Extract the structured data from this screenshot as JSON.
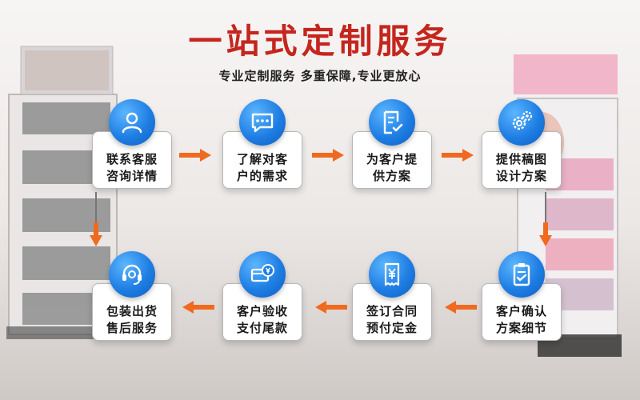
{
  "header": {
    "title": "一站式定制服务",
    "subtitle": "专业定制服务 多重保障,专业更放心"
  },
  "steps": [
    {
      "line1": "联系客服",
      "line2": "咨询详情",
      "icon": "user-icon"
    },
    {
      "line1": "了解对客",
      "line2": "户的需求",
      "icon": "chat-icon"
    },
    {
      "line1": "为客户提",
      "line2": "供方案",
      "icon": "document-check-icon"
    },
    {
      "line1": "提供稿图",
      "line2": "设计方案",
      "icon": "gears-icon"
    },
    {
      "line1": "客户确认",
      "line2": "方案细节",
      "icon": "clipboard-check-icon"
    },
    {
      "line1": "签订合同",
      "line2": "预付定金",
      "icon": "receipt-icon"
    },
    {
      "line1": "客户验收",
      "line2": "支付尾款",
      "icon": "card-payment-icon"
    },
    {
      "line1": "包装出货",
      "line2": "售后服务",
      "icon": "headset-icon"
    }
  ],
  "colors": {
    "title": "#c4261e",
    "icon_blue": "#1f7ee3",
    "arrow_orange": "#ef6a1f"
  }
}
